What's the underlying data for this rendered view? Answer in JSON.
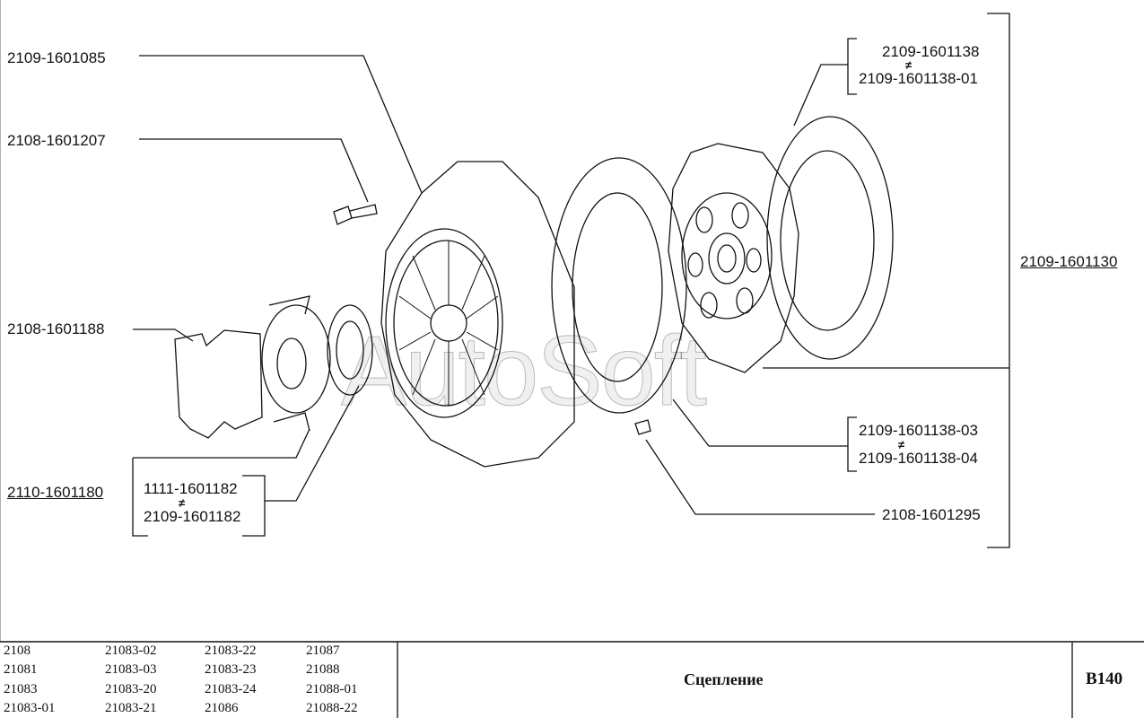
{
  "watermark": "AutoSoft",
  "labels": {
    "cover": "2109-1601085",
    "bolt": "2108-1601207",
    "spring_clip": "2108-1601188",
    "bearing_assembly": "2110-1601180",
    "bearing_a": "1111-1601182",
    "bearing_b": "2109-1601182",
    "lining_a": "2109-1601138",
    "lining_b": "2109-1601138-01",
    "disc_assembly": "2109-1601130",
    "lining_c": "2109-1601138-03",
    "lining_d": "2109-1601138-04",
    "rivet": "2108-1601295",
    "not_equal": "≠"
  },
  "footer": {
    "models": [
      [
        "2108",
        "21083-02",
        "21083-22",
        "21087"
      ],
      [
        "21081",
        "21083-03",
        "21083-23",
        "21088"
      ],
      [
        "21083",
        "21083-20",
        "21083-24",
        "21088-01"
      ],
      [
        "21083-01",
        "21083-21",
        "21086",
        "21088-22"
      ]
    ],
    "title": "Сцепление",
    "code": "B140"
  }
}
